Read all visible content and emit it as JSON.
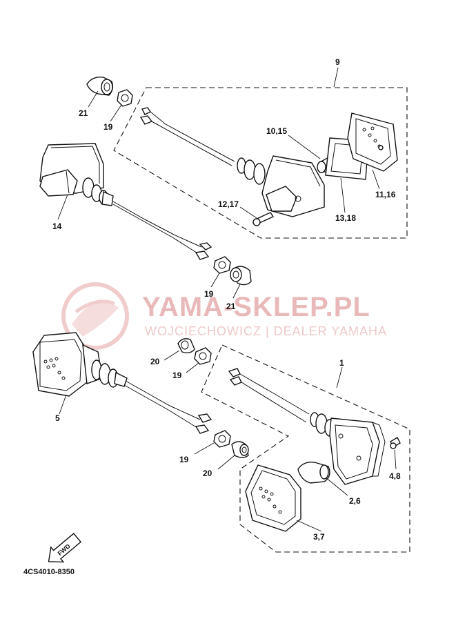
{
  "diagram": {
    "callouts": {
      "c9": "9",
      "c10_15": "10,15",
      "c11_16": "11,16",
      "c12_17": "12,17",
      "c13_18": "13,18",
      "c14": "14",
      "c19a": "19",
      "c21a": "21",
      "c19b": "19",
      "c21b": "21",
      "c20a": "20",
      "c19c": "19",
      "c5": "5",
      "c1": "1",
      "c19d": "19",
      "c20b": "20",
      "c4_8": "4,8",
      "c2_6": "2,6",
      "c3_7": "3,7"
    },
    "fwd_label": "FWD",
    "figure_code": "4CS4010-8350"
  },
  "watermark": {
    "title": "YAMA-SKLEP.PL",
    "subtitle": "WOJCIECHOWICZ | DEALER YAMAHA"
  },
  "colors": {
    "line": "#111111",
    "watermark": "#e9b9b9"
  }
}
